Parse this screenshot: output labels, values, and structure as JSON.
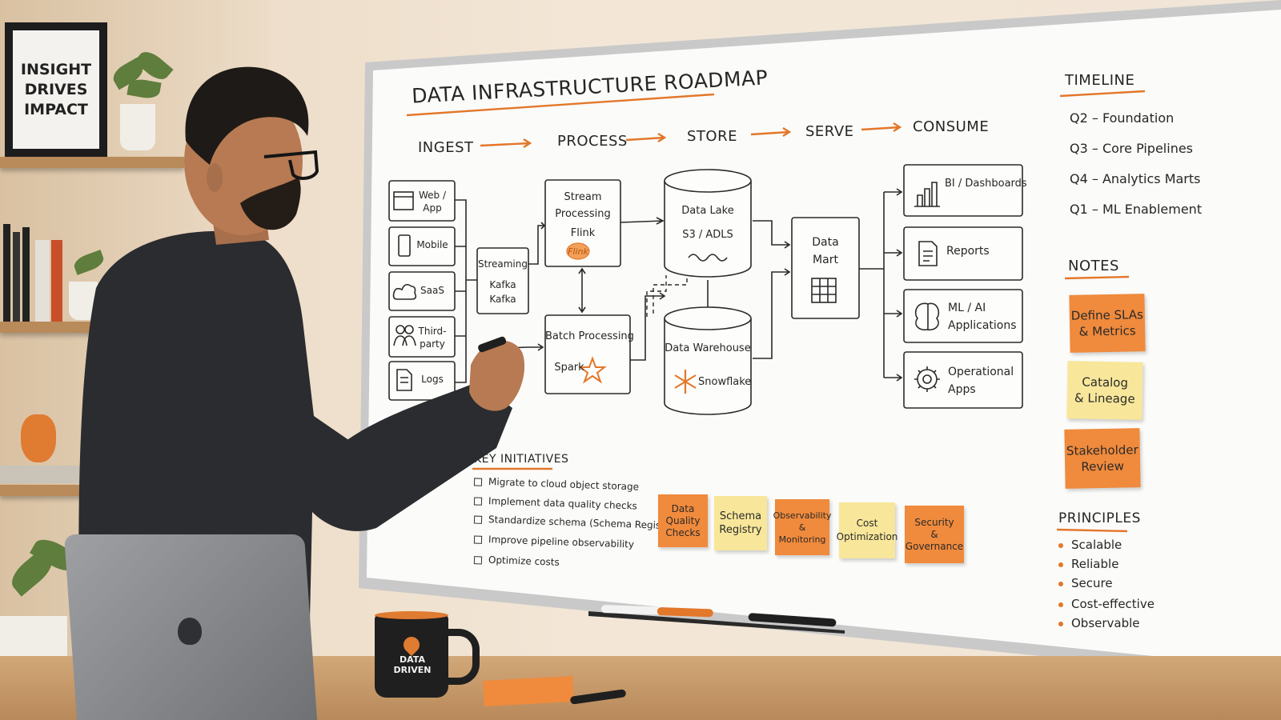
{
  "poster": {
    "lines": [
      "INSIGHT",
      "DRIVES",
      "IMPACT"
    ]
  },
  "board": {
    "title": "DATA INFRASTRUCTURE ROADMAP",
    "stages": [
      "INGEST",
      "PROCESS",
      "STORE",
      "SERVE",
      "CONSUME"
    ],
    "sources": [
      {
        "label": "Web /\nApp",
        "icon": "browser-icon"
      },
      {
        "label": "Mobile",
        "icon": "phone-icon"
      },
      {
        "label": "SaaS",
        "icon": "cloud-icon"
      },
      {
        "label": "Third-\nparty",
        "icon": "people-icon"
      },
      {
        "label": "Logs",
        "icon": "document-icon"
      }
    ],
    "streaming": {
      "title": "Streaming",
      "tech": "Kafka"
    },
    "stream_processing": {
      "title": "Stream\nProcessing",
      "tech": "Flink",
      "logo_text": "Flink"
    },
    "batch_processing": {
      "title": "Batch Processing",
      "tech": "Spark"
    },
    "data_lake": {
      "title": "Data Lake",
      "detail": "S3 / ADLS"
    },
    "data_warehouse": {
      "title": "Data Warehouse",
      "tech": "Snowflake"
    },
    "data_mart": {
      "title": "Data\nMart"
    },
    "consumers": [
      {
        "label": "BI / Dashboards",
        "icon": "bar-chart-icon"
      },
      {
        "label": "Reports",
        "icon": "report-icon"
      },
      {
        "label": "ML / AI\nApplications",
        "icon": "brain-icon"
      },
      {
        "label": "Operational\nApps",
        "icon": "gear-icon"
      }
    ],
    "timeline": {
      "heading": "TIMELINE",
      "items": [
        "Q2 – Foundation",
        "Q3 – Core Pipelines",
        "Q4 – Analytics Marts",
        "Q1 – ML Enablement"
      ]
    },
    "notes": {
      "heading": "NOTES",
      "items": [
        {
          "text": "Define SLAs\n& Metrics",
          "color": "#f08a3c"
        },
        {
          "text": "Catalog\n& Lineage",
          "color": "#f8e79a"
        },
        {
          "text": "Stakeholder\nReview",
          "color": "#f08a3c"
        }
      ]
    },
    "key_initiatives": {
      "heading": "KEY INITIATIVES",
      "items": [
        "Migrate to cloud object storage",
        "Implement data quality checks",
        "Standardize schema (Schema Registry)",
        "Improve pipeline observability",
        "Optimize costs"
      ]
    },
    "stickies": [
      {
        "text": "Data\nQuality\nChecks",
        "color": "#f08a3c"
      },
      {
        "text": "Schema\nRegistry",
        "color": "#f8e79a"
      },
      {
        "text": "Observability\n&\nMonitoring",
        "color": "#f08a3c"
      },
      {
        "text": "Cost\nOptimization",
        "color": "#f8e79a"
      },
      {
        "text": "Security\n&\nGovernance",
        "color": "#f08a3c"
      }
    ],
    "principles": {
      "heading": "PRINCIPLES",
      "items": [
        "Scalable",
        "Reliable",
        "Secure",
        "Cost-effective",
        "Observable"
      ]
    }
  },
  "mug": {
    "text": "DATA\nDRIVEN"
  },
  "colors": {
    "accent": "#e3772a",
    "sticky_yellow": "#f8e79a",
    "ink": "#262626"
  }
}
